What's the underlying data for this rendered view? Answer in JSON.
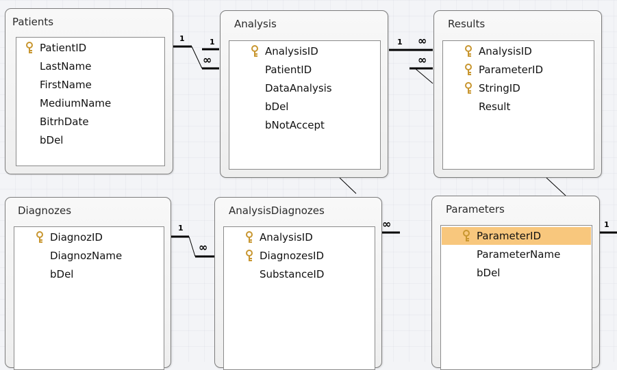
{
  "tables": {
    "patients": {
      "title": "Patients",
      "fields": [
        "PatientID",
        "LastName",
        "FirstName",
        "MediumName",
        "BitrhDate",
        "bDel"
      ]
    },
    "analysis": {
      "title": "Analysis",
      "fields": [
        "AnalysisID",
        "PatientID",
        "DataAnalysis",
        "bDel",
        "bNotAccept"
      ]
    },
    "results": {
      "title": "Results",
      "fields": [
        "AnalysisID",
        "ParameterID",
        "StringID",
        "Result"
      ]
    },
    "diagnozes": {
      "title": "Diagnozes",
      "fields": [
        "DiagnozID",
        "DiagnozName",
        "bDel"
      ]
    },
    "analysis_diagnozes": {
      "title": "AnalysisDiagnozes",
      "fields": [
        "AnalysisID",
        "DiagnozesID",
        "SubstanceID"
      ]
    },
    "parameters": {
      "title": "Parameters",
      "fields": [
        "ParameterID",
        "ParameterName",
        "bDel"
      ]
    }
  },
  "cardinality": {
    "one": "1",
    "many": "∞"
  },
  "colors": {
    "selected_row": "#f8c77d",
    "key_icon": "#d6a43a",
    "relationship_line": "#000000"
  }
}
